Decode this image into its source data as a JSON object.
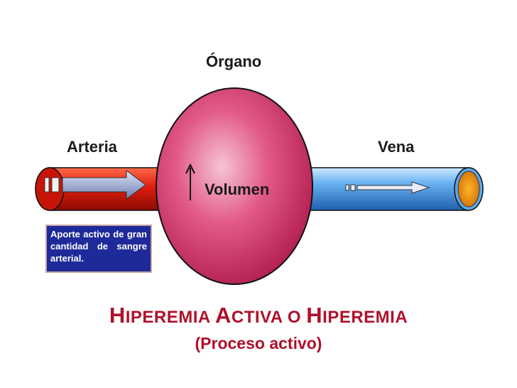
{
  "labels": {
    "organ": "Órgano",
    "artery": "Arteria",
    "vein": "Vena",
    "volume": "Volumen"
  },
  "info_box": {
    "text": "Aporte activo de gran cantidad de sangre arterial."
  },
  "title": {
    "w1_cap": "H",
    "w1_rest": "IPEREMIA",
    "w2_cap": "A",
    "w2_rest": "CTIVA",
    "w3": "O",
    "w4_cap": "H",
    "w4_rest": "IPEREMIA",
    "subtitle": "(Proceso activo)"
  },
  "colors": {
    "organ": "#e0507a",
    "artery": "#e02010",
    "vein": "#5aa8ec",
    "title": "#b0102a",
    "info_box": "#1f2a9a"
  }
}
